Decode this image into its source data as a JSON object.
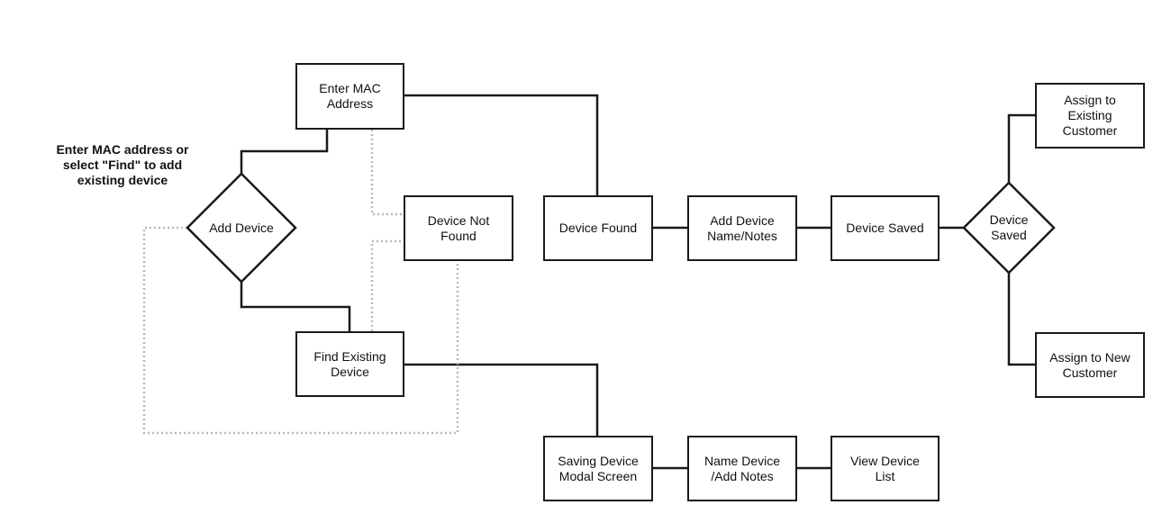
{
  "diagram": {
    "note": "Enter MAC address or\nselect \"Find\" to add\nexisting device",
    "nodes": {
      "enter_mac": "Enter MAC\nAddress",
      "add_device": "Add Device",
      "device_not_found": "Device Not\nFound",
      "find_existing": "Find Existing\nDevice",
      "device_found": "Device Found",
      "add_device_name_notes": "Add Device\nName/Notes",
      "device_saved_box": "Device Saved",
      "device_saved_decision": "Device\nSaved",
      "assign_existing": "Assign to\nExisting\nCustomer",
      "assign_new": "Assign to New\nCustomer",
      "saving_device_modal": "Saving Device\nModal Screen",
      "name_device_add_notes": "Name Device\n/Add Notes",
      "view_device_list": "View Device\nList"
    }
  }
}
